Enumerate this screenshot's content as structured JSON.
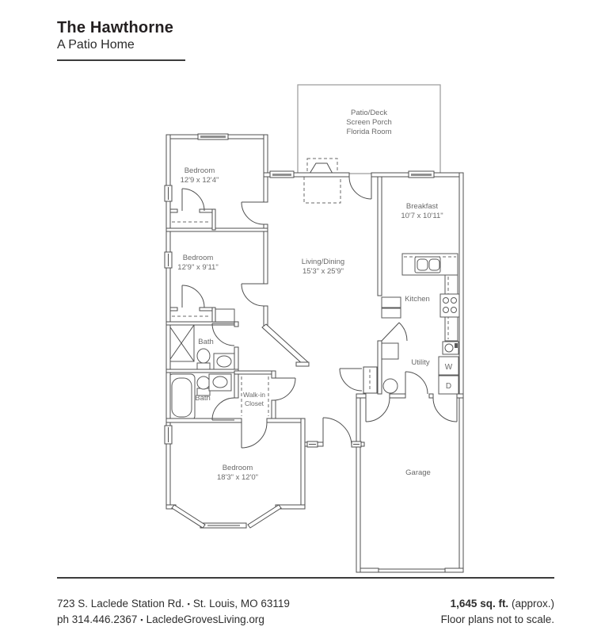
{
  "header": {
    "title": "The Hawthorne",
    "subtitle": "A Patio Home"
  },
  "plan": {
    "patio": {
      "line1": "Patio/Deck",
      "line2": "Screen Porch",
      "line3": "Florida Room"
    },
    "bedroom1": {
      "name": "Bedroom",
      "dims": "12'9 x 12'4\""
    },
    "bedroom2": {
      "name": "Bedroom",
      "dims": "12'9\" x 9'11\""
    },
    "bedroom3": {
      "name": "Bedroom",
      "dims": "18'3\" x 12'0\""
    },
    "living": {
      "name": "Living/Dining",
      "dims": "15'3\" x 25'9\""
    },
    "breakfast": {
      "name": "Breakfast",
      "dims": "10'7 x 10'11\""
    },
    "kitchen": "Kitchen",
    "utility": "Utility",
    "bath1": "Bath",
    "bath2": "Bath",
    "walkin": {
      "line1": "Walk-in",
      "line2": "Closet"
    },
    "garage": "Garage",
    "washer": "W",
    "dryer": "D"
  },
  "footer": {
    "street": "723 S. Laclede Station Rd.",
    "city": "St. Louis, MO 63119",
    "phone": "ph 314.446.2367",
    "site": "LacledeGrovesLiving.org",
    "bullet": "▪",
    "sqft": "1,645 sq. ft.",
    "approx": "(approx.)",
    "note": "Floor plans not to scale."
  },
  "colors": {
    "wall": "#4f4f4f",
    "label": "#6a6a6a",
    "text": "#231f20"
  }
}
